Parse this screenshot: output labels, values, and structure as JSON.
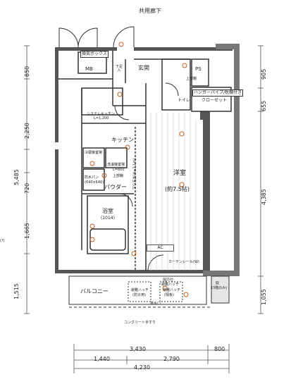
{
  "labels": {
    "corridor": "共用廊下",
    "mb": "MB",
    "ps": "PS",
    "entrance": "玄関",
    "shoebox": "下足入",
    "toilet": "トイレ",
    "toilet_shelf": "上部棚",
    "vent_box": "換気ボックス",
    "pipe_shaft": "ハンガーパイプ/枕棚付き",
    "closet": "クローゼット",
    "system_kitchen_line1": "システムキッチン",
    "system_kitchen_line2": "L=1,200",
    "kitchen": "キッチン",
    "fridge_area": "冷蔵庫置場",
    "washer_area_line1": "洗濯機置場",
    "washer_area_line2": "L=800",
    "upper_shelf": "上部棚",
    "pan_line1": "防水パン",
    "pan_line2": "(640×640)",
    "powder": "パウダー",
    "bath": "浴室",
    "bath_size": "(1014)",
    "western_room": "洋室",
    "western_size": "(約7.5帖)",
    "ceiling_note": "下り天井(H=2.1m)",
    "ac": "AC",
    "curtain_rail": "カーテンレール(W)",
    "balcony": "バルコニー",
    "hatch1_line1": "避難ハッチ",
    "hatch1_line2": "(防災用)",
    "hatch2_line1": "避難ハッチ",
    "hatch2_line2": "(隔板)",
    "partition_line1": "隔戸付",
    "partition_line2": "避難ハッチ",
    "garden_line1": "庇",
    "garden_line2": "(3階のみ)",
    "drain": "排水口",
    "concrete_rail": "コンクリート手すり",
    "small_note": "(?)"
  },
  "dimensions": {
    "left": [
      "850",
      "2,250",
      "5,485",
      "720",
      "1,665",
      "1,515"
    ],
    "right": [
      "905",
      "655",
      "4,385",
      "1,055"
    ],
    "bottom": [
      "3,430",
      "800",
      "1,440",
      "2,790",
      "4,230"
    ]
  }
}
